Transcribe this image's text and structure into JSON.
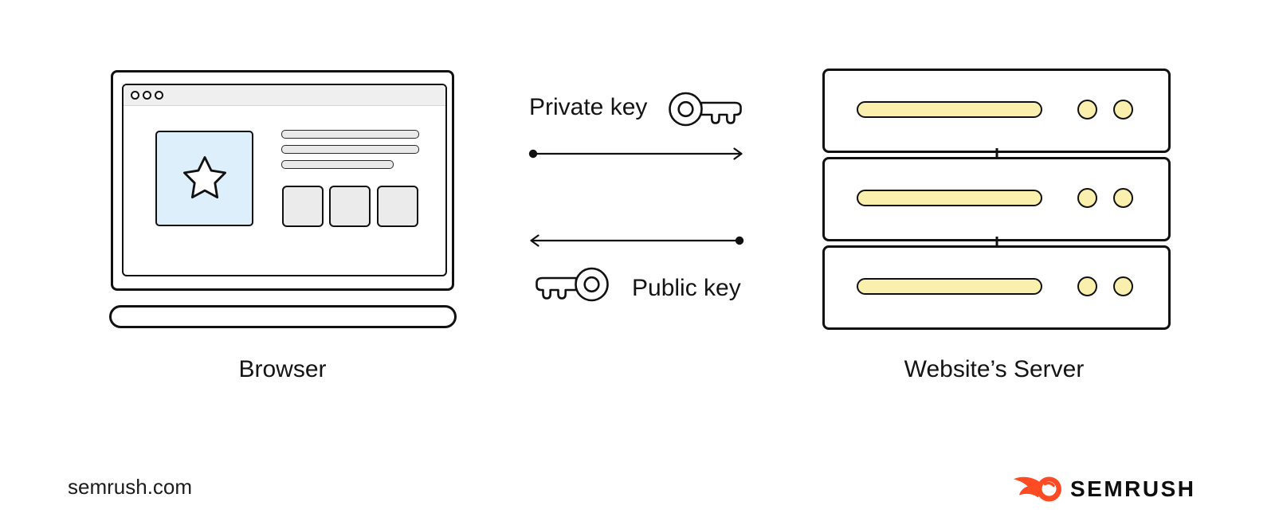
{
  "colors": {
    "outline": "#111111",
    "server_accent_yellow": "#FAEFAD",
    "browser_image_blue": "#DCEFFA",
    "placeholder_gray": "#EBEBEB",
    "titlebar_gray": "#EFEFEF",
    "brand_orange": "#FF4B24"
  },
  "diagram": {
    "browser": {
      "label": "Browser"
    },
    "exchange": {
      "private_key_label": "Private key",
      "public_key_label": "Public key"
    },
    "server": {
      "label": "Website’s Server",
      "unit_count": 3
    }
  },
  "footer": {
    "site_url": "semrush.com",
    "brand_wordmark": "SEMRUSH"
  }
}
